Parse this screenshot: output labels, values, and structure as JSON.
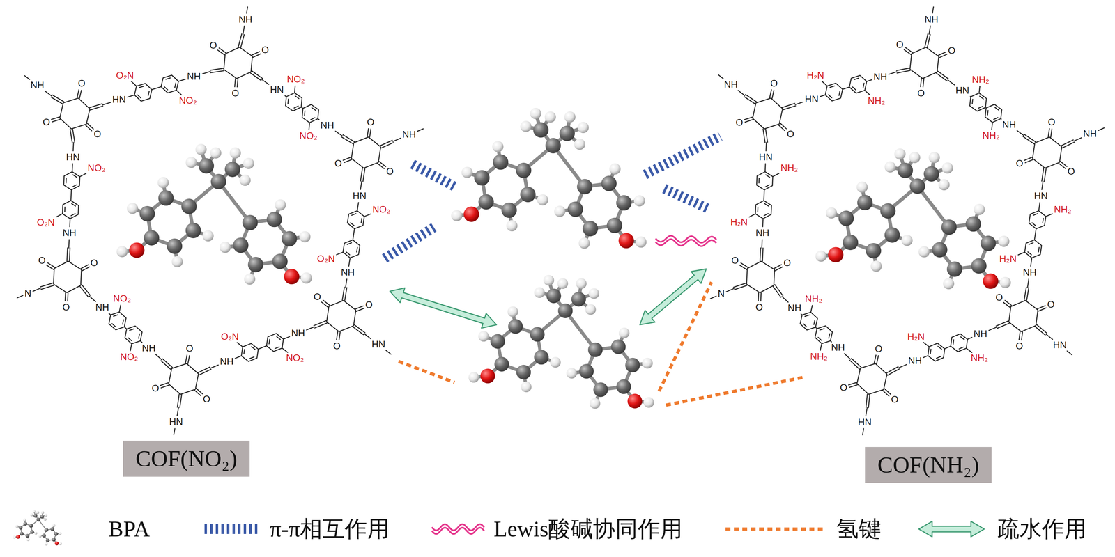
{
  "diagram": {
    "nodes": [
      {
        "text": [
          "COF(NO₂)"
        ]
      },
      {
        "text": [
          "COF(NH₂)"
        ]
      }
    ],
    "labels": [
      "O",
      "O",
      "O",
      "NH",
      "O",
      "O",
      "O",
      "NH",
      "O",
      "O",
      "O",
      "HN",
      "O",
      "O",
      "O",
      "HN",
      "O",
      "O",
      "O",
      "N",
      "O",
      "O",
      "O",
      "NH",
      "HN",
      "NO₂",
      "NO₂",
      "NH",
      "HN",
      "NO₂",
      "O₂N",
      "NH",
      "NH",
      "NO₂",
      "O₂N",
      "NH",
      "NH",
      "NO₂",
      "NO₂",
      "NH",
      "NH",
      "O₂N",
      "NO₂",
      "HN",
      "HN",
      "O₂N",
      "NO₂",
      "NH",
      "O",
      "O",
      "O",
      "NH",
      "O",
      "O",
      "O",
      "NH",
      "O",
      "O",
      "O",
      "HN",
      "O",
      "O",
      "O",
      "HN",
      "O",
      "O",
      "O",
      "N",
      "O",
      "O",
      "O",
      "NH",
      "HN",
      "NH₂",
      "NH₂",
      "NH",
      "HN",
      "NH₂",
      "H₂N",
      "NH",
      "NH",
      "NH₂",
      "H₂N",
      "NH",
      "NH",
      "NH₂",
      "NH₂",
      "NH",
      "NH",
      "H₂N",
      "NH₂",
      "HN",
      "HN",
      "H₂N",
      "NH₂",
      "NH"
    ],
    "legend": [
      {
        "text": "BPA"
      },
      {
        "text": "π-π相互作用"
      },
      {
        "text": "Lewis酸碱协同作用"
      },
      {
        "text": "氢键"
      },
      {
        "text": "疏水作用"
      }
    ]
  }
}
